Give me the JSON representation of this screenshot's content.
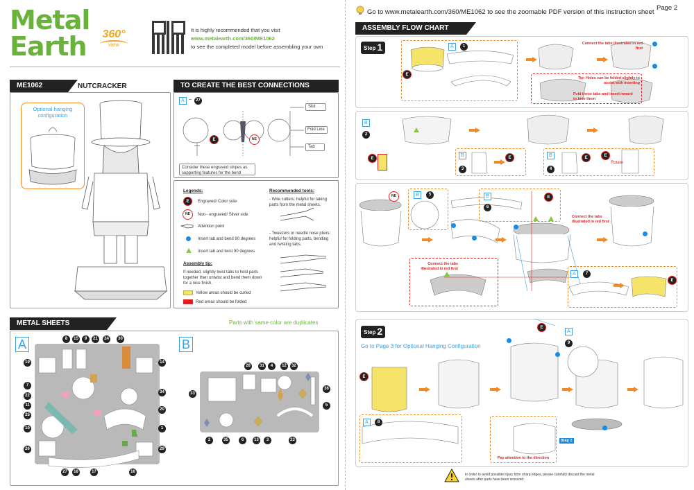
{
  "brand": {
    "line1": "Metal",
    "line2": "Earth",
    "badge_num": "360°",
    "badge_word": "view"
  },
  "visit": {
    "line1": "It is highly recommended that you visit",
    "url": "www.metalearth.com/360/ME1062",
    "line3": "to see the completed model before assembling your own"
  },
  "model": {
    "code": "ME1062",
    "name": "NUTCRACKER"
  },
  "optional_hanging": "Optional hanging configuration",
  "connections": {
    "title": "TO CREATE THE BEST CONNECTIONS",
    "ref_sheet": "A",
    "ref_num": "27",
    "labels": [
      "Slot",
      "Fold Line",
      "Tab"
    ],
    "note": "Consider these engraved stripes as supporting features for the bend"
  },
  "legends": {
    "title": "Legends:",
    "items": [
      {
        "icon": "E",
        "text": "Engraved/ Color side"
      },
      {
        "icon": "NE",
        "text": "Non - engraved/ Silver side"
      },
      {
        "icon": "hand",
        "text": "Attention point"
      },
      {
        "icon": "dot",
        "text": "Insert tab and bend 90 degrees"
      },
      {
        "icon": "tri",
        "text": "Insert tab and twist 90 degrees"
      }
    ],
    "tip_title": "Assembly tip:",
    "tip_text": "If needed, slightly twist tabs to hold parts together then untwist and bend them down for a nice finish.",
    "yellow_note": "Yellow areas should be curled",
    "red_note": "Red areas should be folded"
  },
  "tools": {
    "title": "Recommended tools:",
    "item1": "- Wire cutters: helpful for taking parts from the metal sheets.",
    "item2": "- Tweezers or needle nose pliers: helpful for folding parts, bending and twisting tabs."
  },
  "sheets": {
    "title": "METAL SHEETS",
    "dup_note": "Parts with same color are duplicates",
    "sheet_a": "A",
    "sheet_b": "B",
    "a_top": [
      "8",
      "15",
      "9",
      "21",
      "24",
      "30"
    ],
    "a_left": [
      "19",
      "7",
      "22",
      "11",
      "25",
      "10",
      "26"
    ],
    "a_right": [
      "14",
      "34",
      "20",
      "1",
      "29"
    ],
    "a_bottom": [
      "27",
      "18",
      "17",
      "16"
    ],
    "b_top": [
      "28",
      "31",
      "4",
      "12",
      "32"
    ],
    "b_left": [
      "33"
    ],
    "b_right": [
      "36",
      "5"
    ],
    "b_bottom": [
      "2",
      "35",
      "6",
      "13",
      "3",
      "23"
    ]
  },
  "right_header": {
    "text": "Go to www.metalearth.com/360/ME1062 to see the zoomable PDF version of this instruction sheet",
    "page": "Page 2"
  },
  "flow": {
    "title": "ASSEMBLY FLOW CHART",
    "step_word": "Step",
    "step1": "1",
    "step2": "2",
    "connect_tabs": "Connect the tabs illustrated in red first",
    "tip_holes": "Tip: Holes can be folded slightly to assist with inserting",
    "fold_tabs": "Fold these tabs and insert inward to hide them",
    "rotate": "Rotate",
    "go_page3": "Go to Page 3 for Optional Hanging Configuration",
    "pay_attention": "Pay attention to the direction",
    "refs": {
      "r1": {
        "sheet": "A",
        "num": "1"
      },
      "r2": {
        "sheet": "B",
        "num": "2"
      },
      "r3": {
        "sheet": "B",
        "num": "3"
      },
      "r4": {
        "sheet": "B",
        "num": "4"
      },
      "r5": {
        "sheet": "B",
        "num": "5"
      },
      "r6": {
        "sheet": "B",
        "num": "6"
      },
      "r7": {
        "sheet": "A",
        "num": "7"
      },
      "r8": {
        "sheet": "A",
        "num": "8"
      },
      "r9": {
        "sheet": "A",
        "num": "9"
      }
    },
    "mini_step": "Step 1"
  },
  "warning": "In order to avoid possible injury from sharp edges, please carefully discard the metal sheets after parts have been removed.",
  "icon_labels": {
    "E": "E",
    "NE": "NE"
  },
  "colors": {
    "brand_green": "#6ab23a",
    "accent_blue": "#3aa0e6",
    "arrow_orange": "#f08a24",
    "alert_red": "#e02020",
    "curl_yellow": "#f6e36a"
  }
}
